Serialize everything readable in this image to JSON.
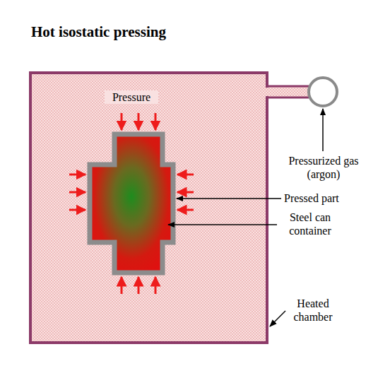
{
  "diagram": {
    "title": "Hot isostatic pressing",
    "labels": [
      "Pressure",
      "Pressurized gas (argon)",
      "Pressed part",
      "Steel can container",
      "Heated chamber"
    ]
  }
}
